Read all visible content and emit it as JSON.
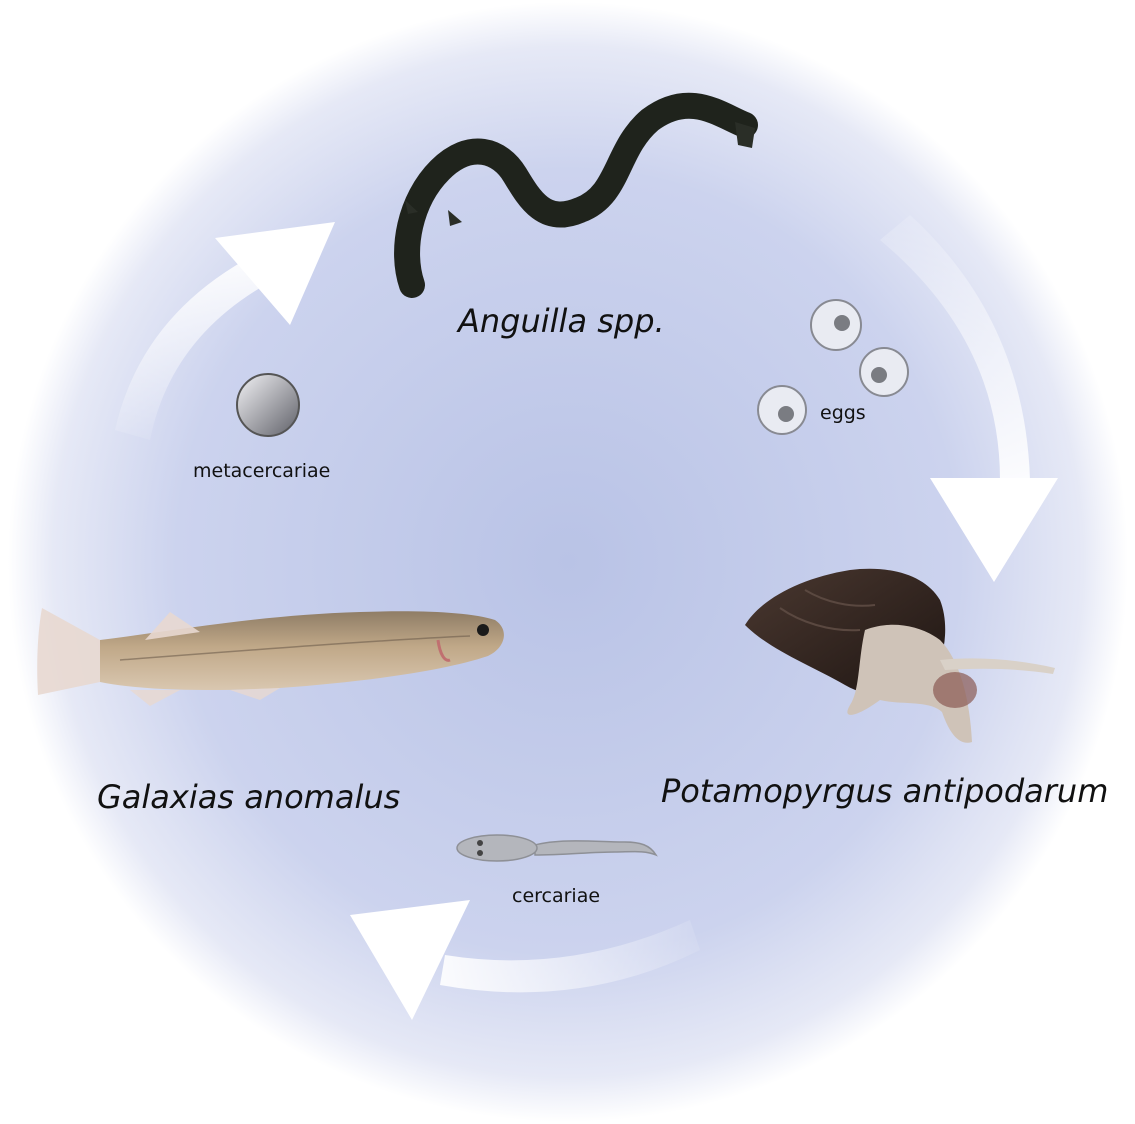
{
  "hosts": {
    "definitive": "Anguilla spp.",
    "first_intermediate": "Potamopyrgus antipodarum",
    "second_intermediate": "Galaxias anomalus"
  },
  "stages": {
    "eggs": "eggs",
    "cercariae": "cercariae",
    "metacercariae": "metacercariae"
  },
  "colors": {
    "background_center": "#b9c3e6",
    "background_edge": "#f4f5fb",
    "arrow": "#ffffff",
    "egg_fill": "#e9ebf2",
    "egg_nucleus": "#7a7c82",
    "cercaria_fill": "#b4b6bc",
    "eel": "#1f231c",
    "snail_shell": "#3a2a24",
    "fish_body": "#b09a7c"
  },
  "icons": [
    "eel-photo",
    "snail-photo",
    "fish-photo",
    "egg-icon",
    "cercaria-icon",
    "metacercaria-icon",
    "cycle-arrow-icon"
  ]
}
